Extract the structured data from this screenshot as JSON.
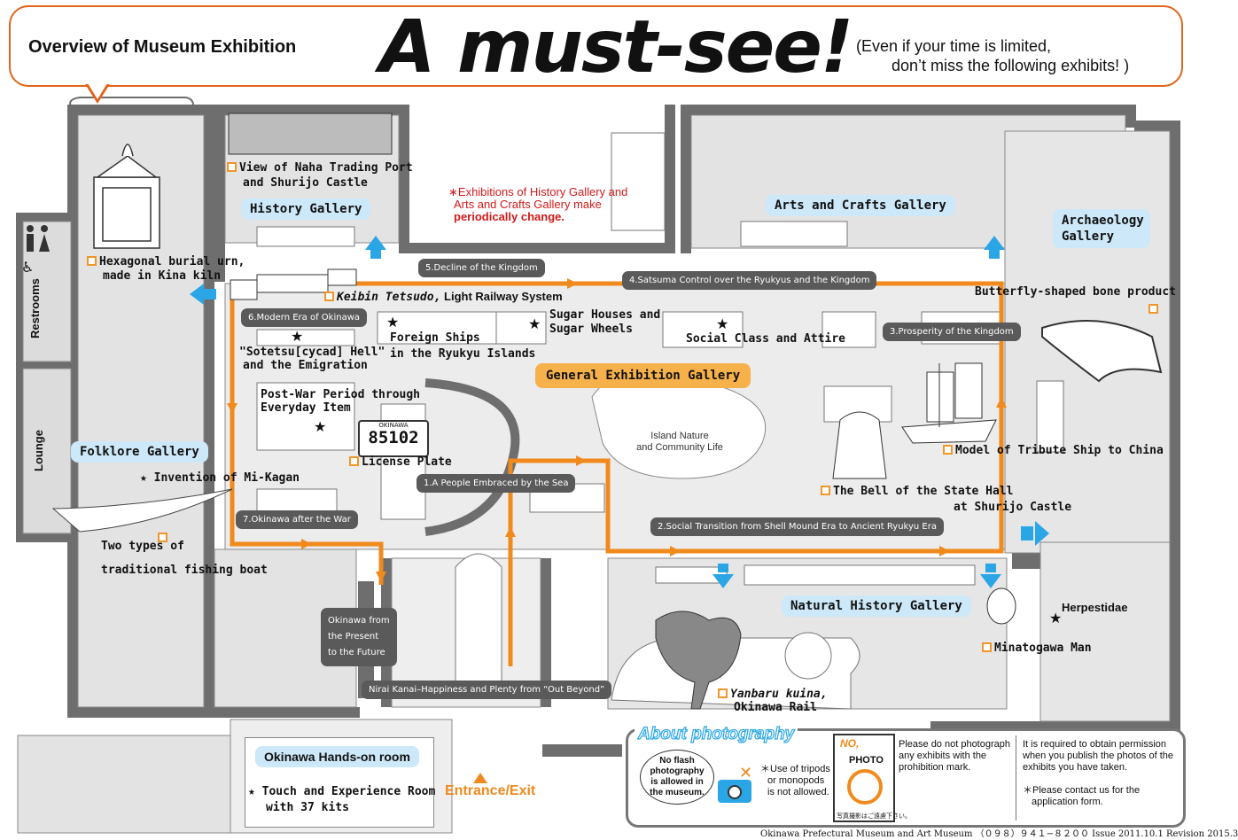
{
  "header": {
    "overview": "Overview of Museum Exhibition",
    "headline": "A must-see!",
    "subtitle_line1": "(Even if your time is limited,",
    "subtitle_line2": "don’t miss the following exhibits! )"
  },
  "notice": {
    "line1": "∗Exhibitions of History Gallery and",
    "line2": "Arts and Crafts Gallery make",
    "line3": "periodically change."
  },
  "galleries": {
    "history": "History Gallery",
    "arts_crafts": "Arts and Crafts Gallery",
    "archaeology_1": "Archaeology",
    "archaeology_2": "Gallery",
    "general": "General Exhibition Gallery",
    "folklore": "Folklore Gallery",
    "natural_history": "Natural History Gallery"
  },
  "rooms": {
    "restrooms": "Restrooms",
    "lounge": "Lounge",
    "hands_on_bold": "Okinawa",
    "hands_on_rest": " Hands-on room",
    "hands_on_star": "★ Touch and Experience Room",
    "hands_on_kits": "with 37 kits",
    "entrance": "Entrance/Exit",
    "island_nature_1": "Island Nature",
    "island_nature_2": "and Community Life"
  },
  "steps": {
    "s1": "1.A People Embraced by the Sea",
    "s2": "2.Social Transition from Shell Mound Era to Ancient Ryukyu Era",
    "s3": "3.Prosperity of the Kingdom",
    "s4": "4.Satsuma Control over the Ryukyus and the Kingdom",
    "s5": "5.Decline of the Kingdom",
    "s6": "6.Modern Era of Okinawa",
    "s7": "7.Okinawa after the War",
    "future_1": "Okinawa from",
    "future_2": "the Present",
    "future_3": "to the Future",
    "nirai": "Nirai Kanai–Happiness and Plenty from “Out Beyond”"
  },
  "exhibits": {
    "naha_1": "View of Naha Trading Port",
    "naha_2": "and Shurijo Castle",
    "urn_1": "Hexagonal burial urn,",
    "urn_2": "made in Kina kiln",
    "railway_1": "Keibin Tetsudo,",
    "railway_2": " Light Railway System",
    "sotetsu_1": "\"Sotetsu[cycad] Hell\"",
    "sotetsu_2": "and the Emigration",
    "foreign_1": "Foreign Ships",
    "foreign_2": "in the Ryukyu Islands",
    "sugar_1": "Sugar Houses and",
    "sugar_2": "Sugar Wheels",
    "social": "Social Class and Attire",
    "butterfly": "Butterfly-shaped bone product",
    "postwar_1": "Post-War Period through",
    "postwar_2": "Everyday Item",
    "license": "License Plate",
    "plate_number": "85102",
    "plate_top": "OKINAWA",
    "mikagan": "★ Invention of Mi-Kagan",
    "boat_1": "Two types of",
    "boat_2": "traditional fishing boat",
    "ship": "Model of Tribute Ship to China",
    "bell_1": "The Bell of the State Hall",
    "bell_2": "at Shurijo Castle",
    "herpestidae": "Herpestidae",
    "minatogawa": "Minatogawa Man",
    "kuina_1": "Yanbaru kuina,",
    "kuina_2": "Okinawa Rail"
  },
  "photography": {
    "title": "About photography",
    "no_flash_1": "No flash",
    "no_flash_2": "photography",
    "no_flash_3": "is allowed in",
    "no_flash_4": "the museum.",
    "tripod_1": "＊Use of tripods",
    "tripod_2": "or monopods",
    "tripod_3": "is not allowed.",
    "mark_no": "NO,",
    "mark_photo": "PHOTO",
    "mark_caption": "写真撮影はご遠慮下さい。",
    "prohibit_1": "Please do not photograph",
    "prohibit_2": "any exhibits with the",
    "prohibit_3": "prohibition mark.",
    "permission_1": "It is required to obtain permission",
    "permission_2": "when you publish the photos of the",
    "permission_3": "exhibits you have taken.",
    "contact_1": "＊Please contact us for the",
    "contact_2": "application form."
  },
  "footer": {
    "text": "Okinawa Prefectural Museum and Art Museum （０９８）９４１−８２００  Issue 2011.10.1  Revision 2015.3"
  },
  "colors": {
    "route": "#f08a1c",
    "wall": "#6e6e6e",
    "floor": "#d8d8d8",
    "gallery_pill": "#cde8f8",
    "arrow_blue": "#2aa6e6",
    "notice_red": "#d21a1a"
  }
}
